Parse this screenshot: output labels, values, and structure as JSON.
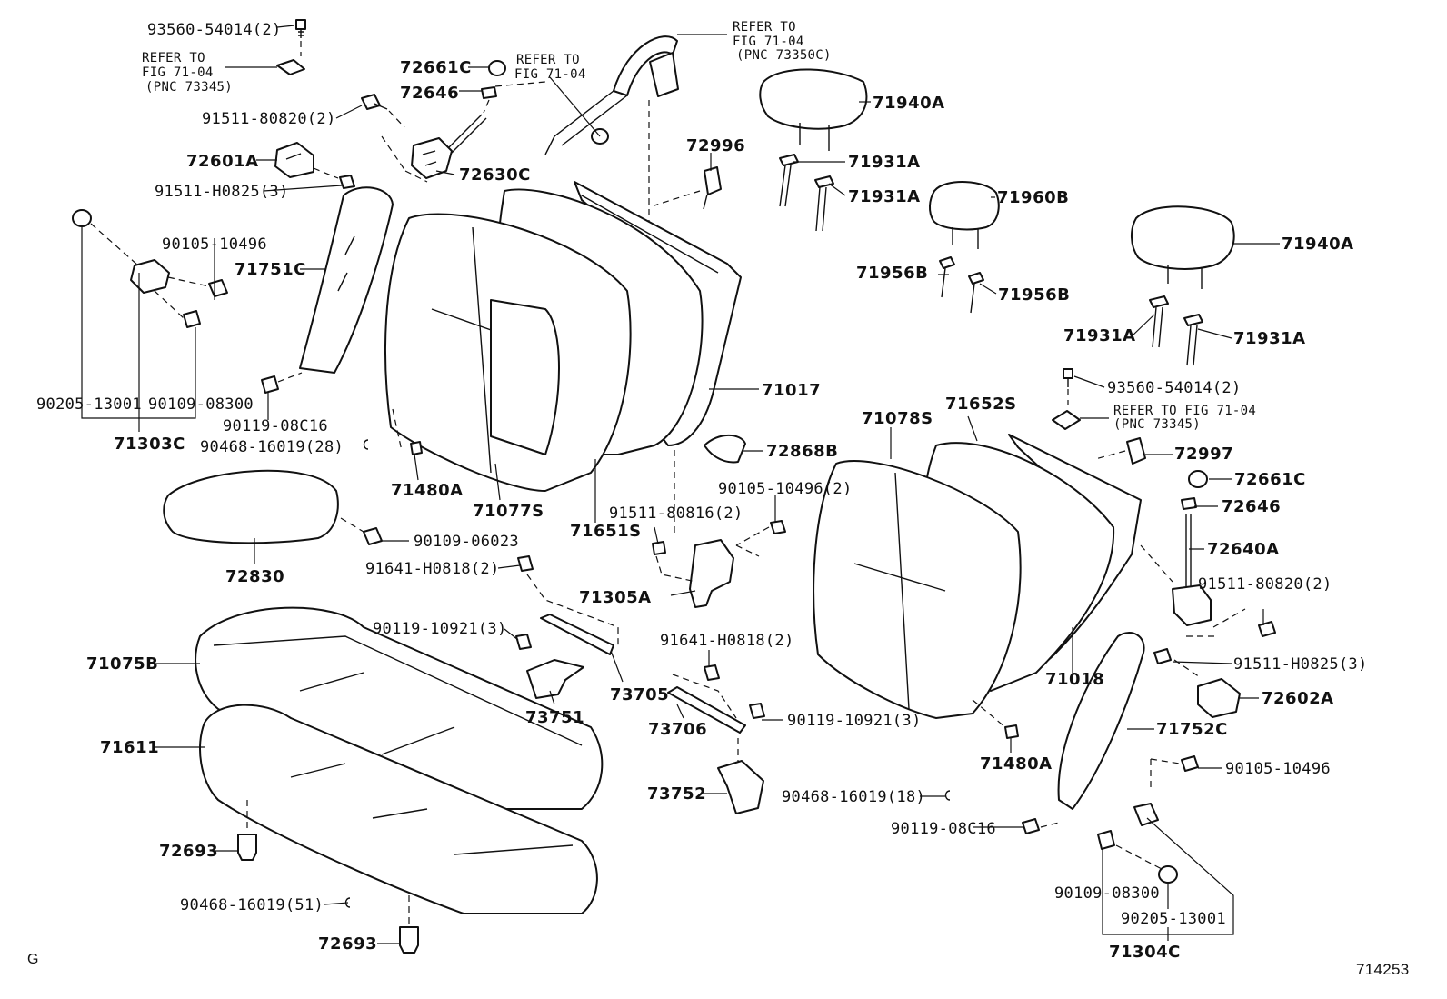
{
  "diagram": {
    "fig_number": "714253",
    "corner_mark": "G",
    "labels": {
      "p93560_54014_left": "93560-54014(2)",
      "refer_left_1": "REFER TO",
      "refer_left_2": "FIG 71-04",
      "refer_left_3": "(PNC 73345)",
      "p72661c_top": "72661C",
      "refer_mid_1": "REFER TO",
      "refer_mid_2": "FIG 71-04",
      "refer_top_1": "REFER TO",
      "refer_top_2": "FIG 71-04",
      "refer_top_3": "(PNC 73350C)",
      "p72646_top": "72646",
      "p91511_80820_left": "91511-80820(2)",
      "p72601a": "72601A",
      "p72630c": "72630C",
      "p91511_h0825_left": "91511-H0825(3)",
      "p90105_10496_left": "90105-10496",
      "p71751c": "71751C",
      "p90205_13001_left": "90205-13001",
      "p90109_08300_left": "90109-08300",
      "p90119_08c16_left": "90119-08C16",
      "p71303c": "71303C",
      "p90468_28": "90468-16019(28)",
      "p71480a_left": "71480A",
      "p71077s": "71077S",
      "p71651s": "71651S",
      "p71017": "71017",
      "p72868b": "72868B",
      "p72996": "72996",
      "p71940a_top": "71940A",
      "p71931a_1": "71931A",
      "p71931a_2": "71931A",
      "p71960b": "71960B",
      "p71956b_1": "71956B",
      "p71956b_2": "71956B",
      "p71940a_right": "71940A",
      "p71931a_3": "71931A",
      "p71931a_4": "71931A",
      "p93560_54014_right": "93560-54014(2)",
      "refer_right_1": "REFER TO FIG 71-04",
      "refer_right_2": "(PNC 73345)",
      "p71078s": "71078S",
      "p71652s": "71652S",
      "p72997": "72997",
      "p72661c_right": "72661C",
      "p72646_right": "72646",
      "p72640a": "72640A",
      "p91511_80820_right": "91511-80820(2)",
      "p91511_h0825_right": "91511-H0825(3)",
      "p72602a": "72602A",
      "p71018": "71018",
      "p71752c": "71752C",
      "p90105_10496_right": "90105-10496",
      "p90105_10496_2": "90105-10496(2)",
      "p91511_80816": "91511-80816(2)",
      "p72830": "72830",
      "p90109_06023": "90109-06023",
      "p91641_h0818_left": "91641-H0818(2)",
      "p71305a": "71305A",
      "p71075b": "71075B",
      "p90119_10921_left": "90119-10921(3)",
      "p73705": "73705",
      "p73751": "73751",
      "p91641_h0818_mid": "91641-H0818(2)",
      "p71611": "71611",
      "p73706": "73706",
      "p90119_10921_mid": "90119-10921(3)",
      "p73752": "73752",
      "p90468_18": "90468-16019(18)",
      "p71480a_right": "71480A",
      "p90119_08c16_right": "90119-08C16",
      "p72693_1": "72693",
      "p90468_51": "90468-16019(51)",
      "p72693_2": "72693",
      "p90109_08300_right": "90109-08300",
      "p90205_13001_right": "90205-13001",
      "p71304c": "71304C"
    }
  }
}
